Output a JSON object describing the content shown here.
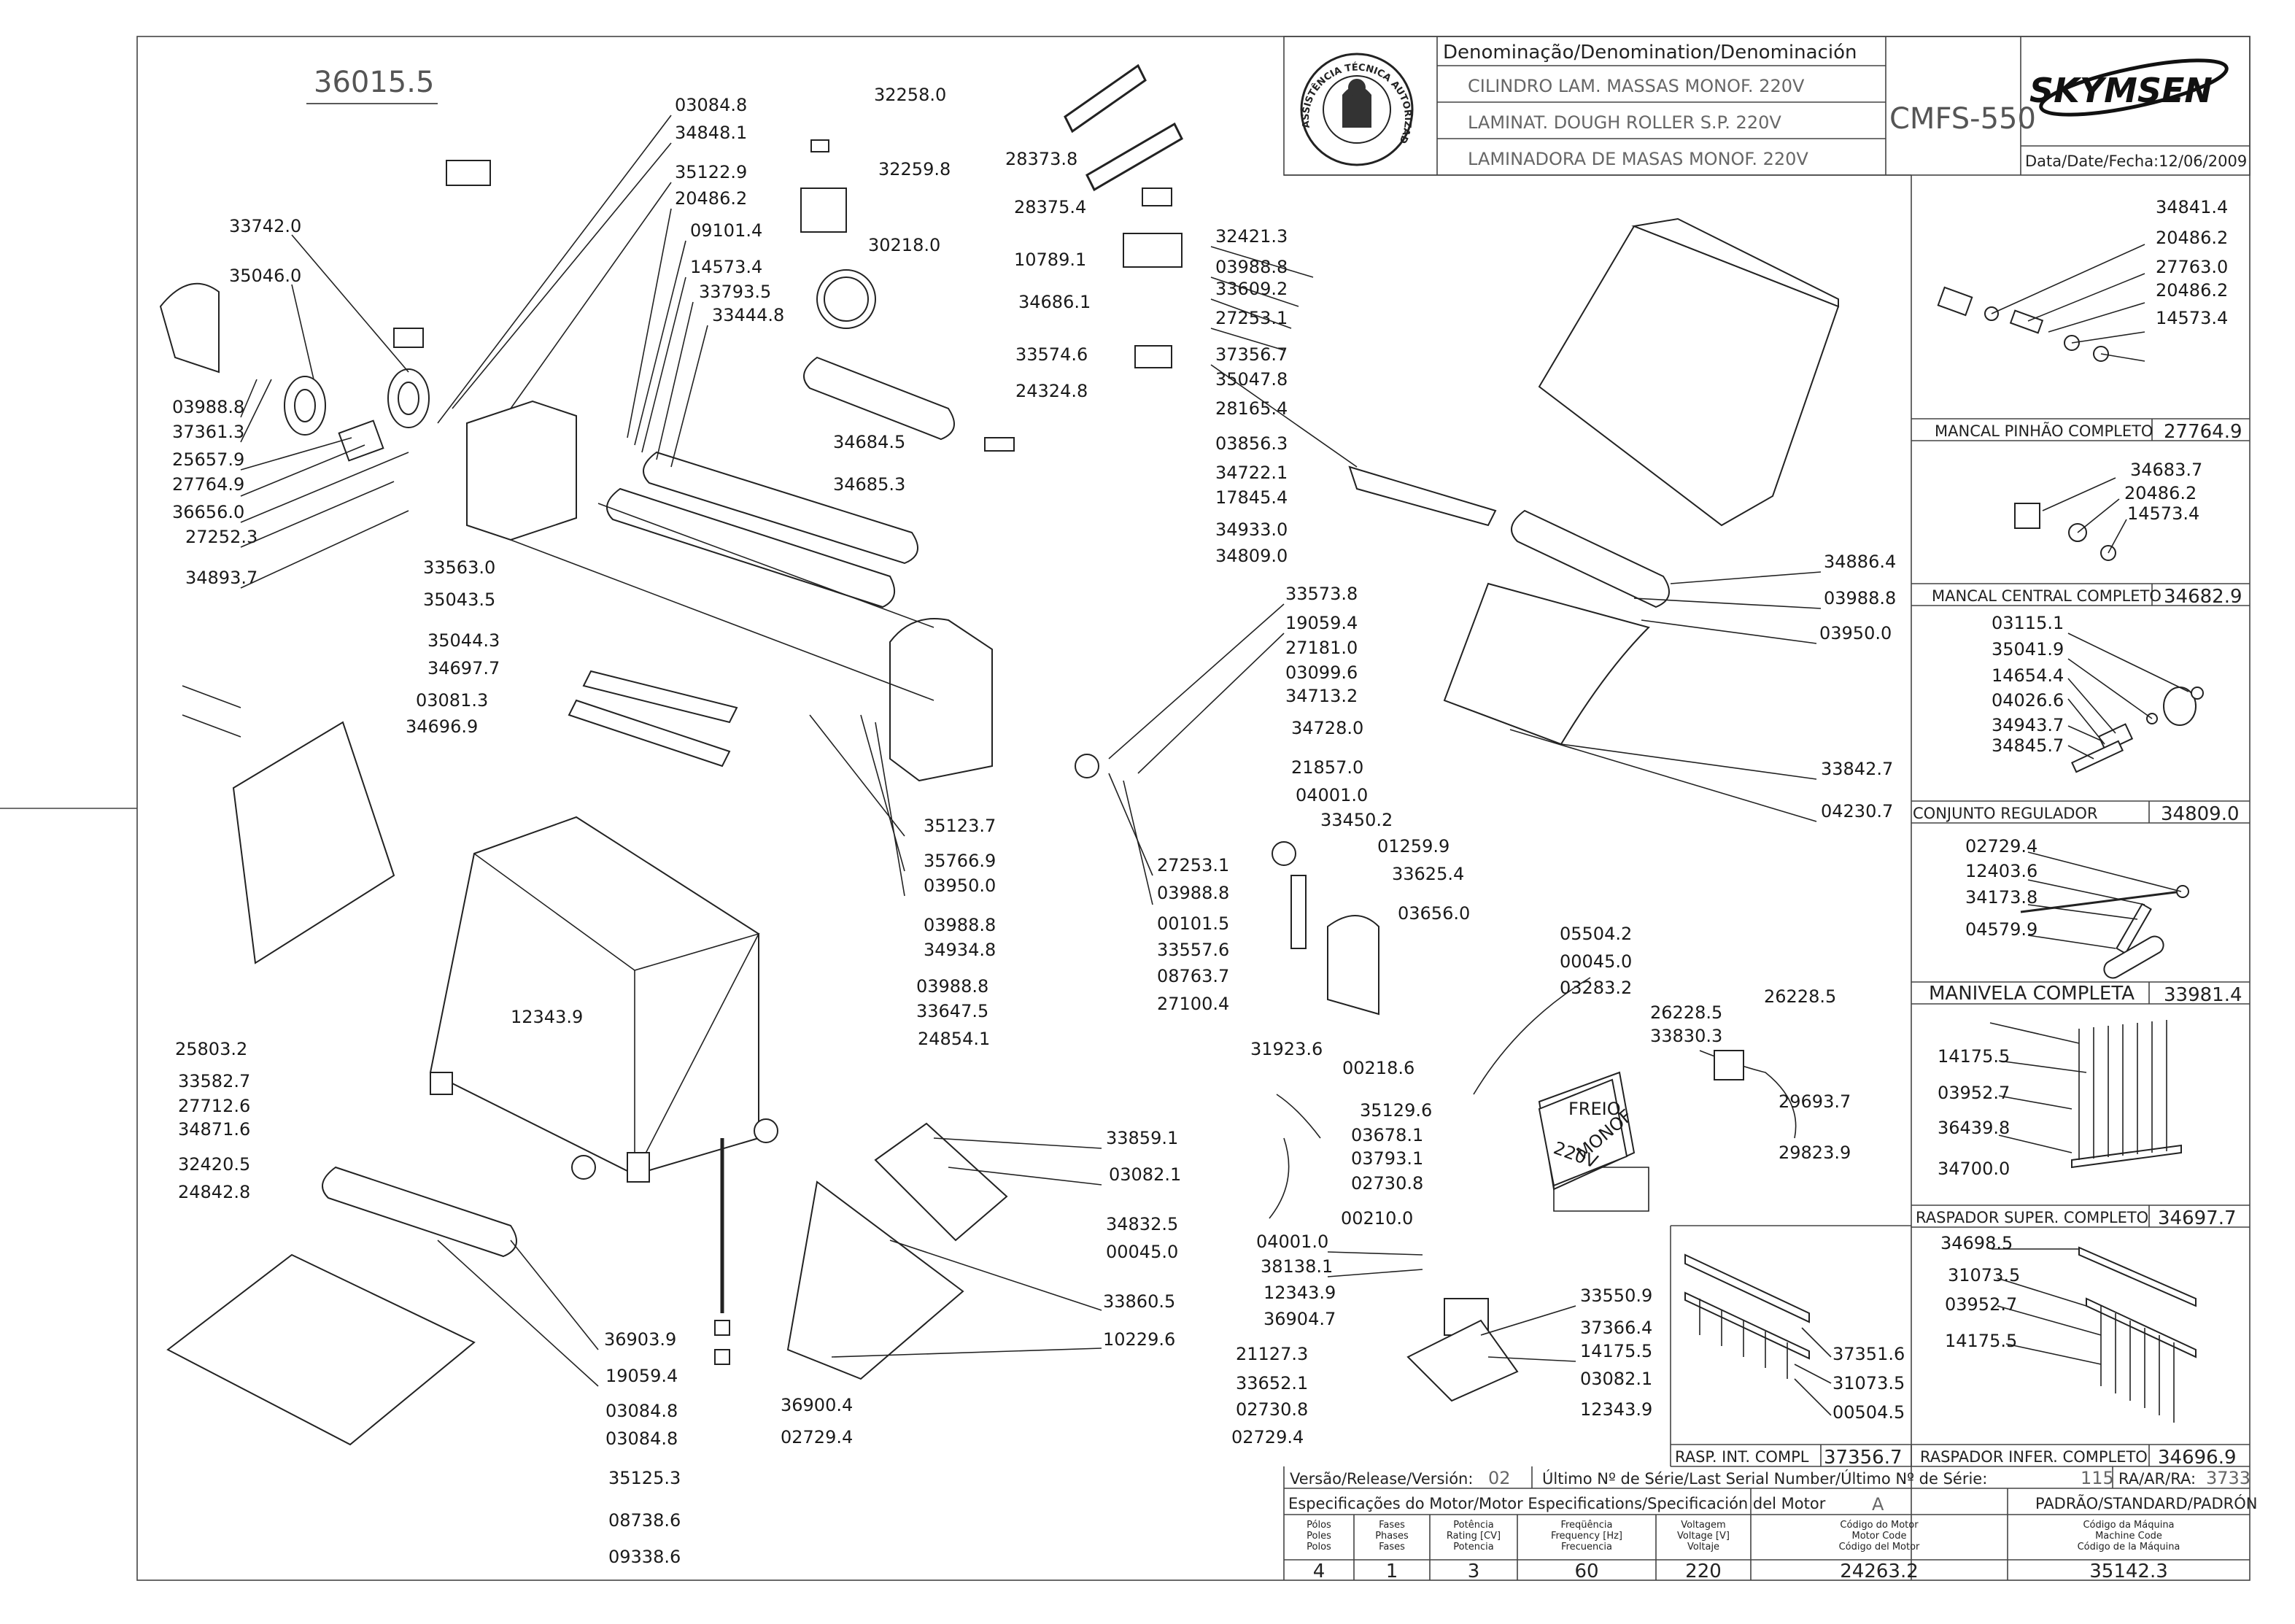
{
  "title_block": {
    "header": "Denominação/Denomination/Denominación",
    "name_pt": "CILINDRO LAM. MASSAS MONOF. 220V",
    "name_en": "LAMINAT. DOUGH ROLLER S.P. 220V",
    "name_es": "LAMINADORA DE MASAS MONOF. 220V",
    "model": "CMFS-550",
    "brand": "SKYMSEN",
    "date_label": "Data/Date/Fecha:",
    "date": "12/06/2009",
    "seal_text": "ASSISTÊNCIA TÉCNICA AUTORIZADA"
  },
  "subassemblies": [
    {
      "name": "MANCAL PINHÃO COMPLETO",
      "code": "27764.9",
      "parts": [
        "34841.4",
        "20486.2",
        "27763.0",
        "20486.2",
        "14573.4"
      ]
    },
    {
      "name": "MANCAL CENTRAL COMPLETO",
      "code": "34682.9",
      "parts": [
        "34683.7",
        "20486.2",
        "14573.4"
      ]
    },
    {
      "name": "CONJUNTO REGULADOR",
      "code": "34809.0",
      "parts": [
        "03115.1",
        "35041.9",
        "14654.4",
        "04026.6",
        "34943.7",
        "34845.7"
      ]
    },
    {
      "name": "MANIVELA COMPLETA",
      "code": "33981.4",
      "parts": [
        "02729.4",
        "12403.6",
        "34173.8",
        "04579.9"
      ]
    },
    {
      "name": "RASPADOR SUPER. COMPLETO",
      "code": "34697.7",
      "parts": [
        "14175.5",
        "03952.7",
        "36439.8",
        "34700.0"
      ]
    },
    {
      "name": "RASPADOR INFER. COMPLETO",
      "code": "34696.9",
      "parts": [
        "34698.5",
        "31073.5",
        "03952.7",
        "14175.5"
      ]
    },
    {
      "name": "RASP. INT. COMPL",
      "code": "37356.7",
      "parts": [
        "37351.6",
        "31073.5",
        "00504.5"
      ]
    }
  ],
  "callouts": {
    "main_code": "36015.5",
    "top_left": [
      "03084.8",
      "34848.1",
      "35122.9",
      "20486.2",
      "09101.4",
      "14573.4",
      "33793.5",
      "33444.8"
    ],
    "left_column": [
      "33742.0",
      "35046.0",
      "03988.8",
      "37361.3",
      "25657.9",
      "27764.9",
      "36656.0",
      "27252.3",
      "34893.7"
    ],
    "labels_top": [
      "32258.0",
      "32259.8",
      "30218.0",
      "28373.8",
      "28375.4",
      "10789.1",
      "34686.1",
      "33574.6",
      "24324.8",
      "34684.5",
      "34685.3"
    ],
    "mid_left": [
      "33563.0",
      "35043.5",
      "35044.3",
      "34697.7",
      "03081.3",
      "34696.9"
    ],
    "right_top": [
      "32421.3",
      "03988.8",
      "33609.2",
      "27253.1",
      "37356.7",
      "35047.8",
      "28165.4",
      "03856.3",
      "34722.1",
      "17845.4",
      "34933.0",
      "34809.0"
    ],
    "right_mid": [
      "34886.4",
      "03988.8",
      "03950.0",
      "33842.7",
      "04230.7"
    ],
    "gear_area": [
      "33573.8",
      "19059.4",
      "27181.0",
      "03099.6",
      "34713.2",
      "34728.0",
      "21857.0",
      "04001.0",
      "33450.2",
      "01259.9",
      "33625.4",
      "03656.0"
    ],
    "center_stack": [
      "35123.7",
      "35766.9",
      "03950.0",
      "03988.8",
      "34934.8",
      "03988.8",
      "33647.5"
    ],
    "center_stack2": [
      "27253.1",
      "03988.8",
      "00101.5",
      "33557.6",
      "08763.7",
      "27100.4"
    ],
    "base": [
      "12343.9",
      "24854.1"
    ],
    "bottom_left": [
      "25803.2",
      "33582.7",
      "27712.6",
      "34871.6",
      "32420.5",
      "24842.8",
      "36903.9",
      "19059.4",
      "03084.8",
      "03084.8",
      "35125.3",
      "08738.6",
      "09338.6",
      "36900.4",
      "02729.4"
    ],
    "bottom_mid": [
      "33859.1",
      "03082.1",
      "34832.5",
      "00045.0",
      "33860.5",
      "10229.6"
    ],
    "electrical": [
      "05504.2",
      "00045.0",
      "03283.2",
      "26228.5",
      "26228.5",
      "33830.3",
      "29693.7",
      "29823.9",
      "31923.6",
      "00218.6",
      "35129.6",
      "03678.1",
      "03793.1",
      "02730.8",
      "00210.0",
      "04001.0",
      "38138.1",
      "12343.9",
      "36904.7",
      "33550.9",
      "37366.4",
      "14175.5",
      "03082.1",
      "12343.9",
      "21127.3",
      "33652.1",
      "02730.8",
      "02729.4"
    ],
    "motor_box": [
      "FREIO",
      "220V",
      "MONOF"
    ]
  },
  "footer": {
    "release_label": "Versão/Release/Versión:",
    "release": "02",
    "serial_label": "Último Nº de Série/Last Serial Number/Último Nº de Série:",
    "serial": "115",
    "ra_label": "RA/AR/RA:",
    "ra": "3733",
    "motor_spec_label": "Especificações do Motor/Motor Especifications/Specificación del Motor",
    "variant": "A",
    "standard_label": "PADRÃO/STANDARD/PADRÓN",
    "columns": [
      {
        "h1": "Pólos",
        "h2": "Poles",
        "h3": "Polos",
        "value": "4"
      },
      {
        "h1": "Fases",
        "h2": "Phases",
        "h3": "Fases",
        "value": "1"
      },
      {
        "h1": "Potência",
        "h2": "Rating [CV]",
        "h3": "Potencia",
        "value": "3"
      },
      {
        "h1": "Freqüência",
        "h2": "Frequency [Hz]",
        "h3": "Frecuencia",
        "value": "60"
      },
      {
        "h1": "Voltagem",
        "h2": "Voltage [V]",
        "h3": "Voltaje",
        "value": "220"
      },
      {
        "h1": "Código do Motor",
        "h2": "Motor Code",
        "h3": "Código del Motor",
        "value": "24263.2"
      },
      {
        "h1": "Código da Máquina",
        "h2": "Machine Code",
        "h3": "Código de la Máquina",
        "value": "35142.3"
      }
    ]
  }
}
